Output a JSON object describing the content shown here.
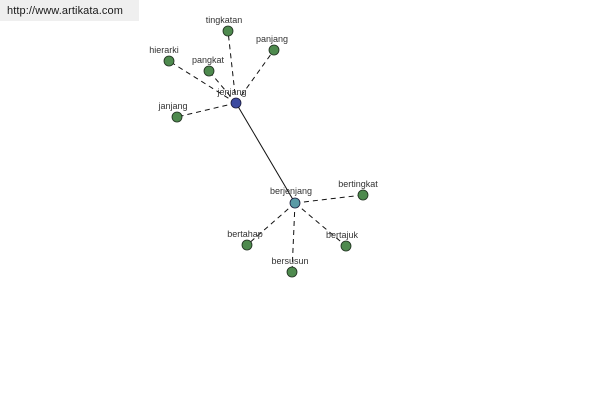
{
  "banner": {
    "url": "http://www.artikata.com"
  },
  "colors": {
    "leaf_node": "#4e8a4e",
    "hub_primary": "#3c4aa0",
    "hub_secondary": "#5a9aa6",
    "edge": "#111111",
    "label": "#333333",
    "banner_bg": "#efefef"
  },
  "graph": {
    "nodes": [
      {
        "id": "jenjang",
        "label": "jenjang",
        "kind": "hub-primary"
      },
      {
        "id": "berjenjang",
        "label": "berjenjang",
        "kind": "hub-secondary"
      },
      {
        "id": "tingkatan",
        "label": "tingkatan",
        "kind": "leaf"
      },
      {
        "id": "panjang",
        "label": "panjang",
        "kind": "leaf"
      },
      {
        "id": "hierarki",
        "label": "hierarki",
        "kind": "leaf"
      },
      {
        "id": "pangkat",
        "label": "pangkat",
        "kind": "leaf"
      },
      {
        "id": "janjang",
        "label": "janjang",
        "kind": "leaf"
      },
      {
        "id": "bertingkat",
        "label": "bertingkat",
        "kind": "leaf"
      },
      {
        "id": "bertahap",
        "label": "bertahap",
        "kind": "leaf"
      },
      {
        "id": "bertajuk",
        "label": "bertajuk",
        "kind": "leaf"
      },
      {
        "id": "bersusun",
        "label": "bersusun",
        "kind": "leaf"
      }
    ],
    "edges": [
      {
        "from": "jenjang",
        "to": "berjenjang",
        "style": "solid"
      },
      {
        "from": "jenjang",
        "to": "tingkatan",
        "style": "dashed"
      },
      {
        "from": "jenjang",
        "to": "panjang",
        "style": "dashed"
      },
      {
        "from": "jenjang",
        "to": "hierarki",
        "style": "dashed"
      },
      {
        "from": "jenjang",
        "to": "pangkat",
        "style": "dashed"
      },
      {
        "from": "jenjang",
        "to": "janjang",
        "style": "dashed"
      },
      {
        "from": "berjenjang",
        "to": "bertingkat",
        "style": "dashed"
      },
      {
        "from": "berjenjang",
        "to": "bertahap",
        "style": "dashed"
      },
      {
        "from": "berjenjang",
        "to": "bertajuk",
        "style": "dashed"
      },
      {
        "from": "berjenjang",
        "to": "bersusun",
        "style": "dashed"
      }
    ]
  }
}
